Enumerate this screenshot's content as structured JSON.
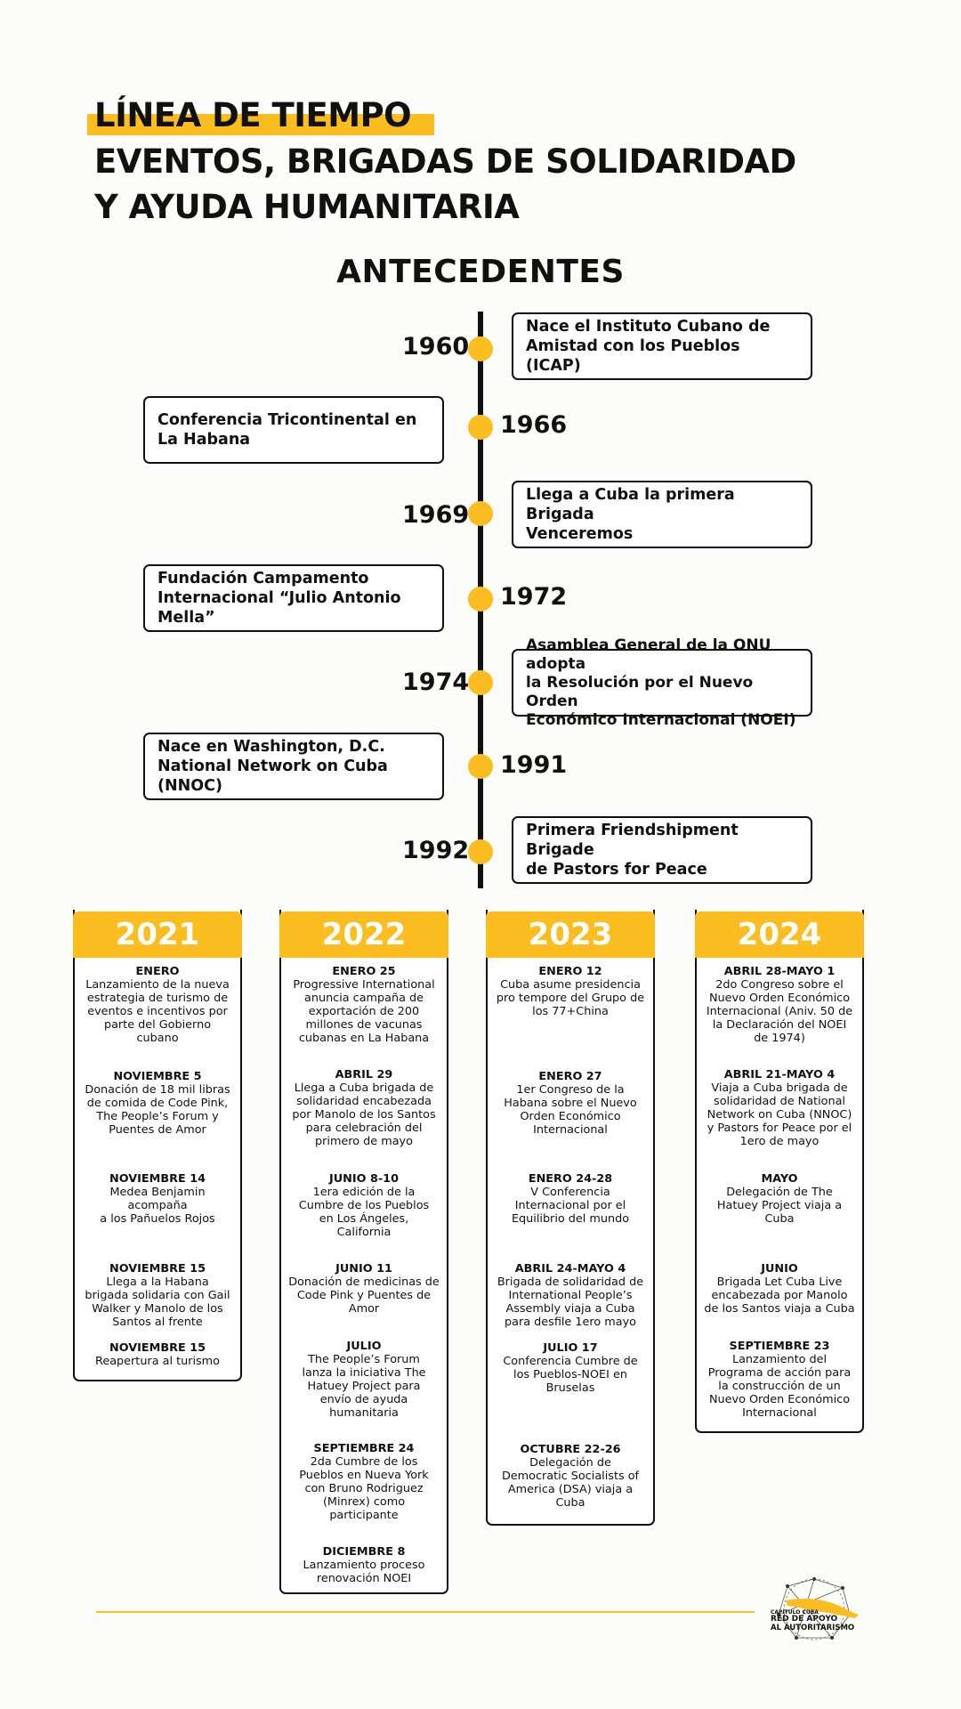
{
  "header": {
    "line1": "LÍNEA DE TIEMPO",
    "line2": "EVENTOS, BRIGADAS DE SOLIDARIDAD",
    "line3": "Y AYUDA HUMANITARIA"
  },
  "section_title": "ANTECEDENTES",
  "timeline": [
    {
      "year": "1960",
      "text": "Nace el Instituto Cubano de\nAmistad con los Pueblos (ICAP)"
    },
    {
      "year": "1966",
      "text": "Conferencia Tricontinental en\nLa Habana"
    },
    {
      "year": "1969",
      "text": "Llega a Cuba la primera Brigada\nVenceremos"
    },
    {
      "year": "1972",
      "text": "Fundación Campamento\nInternacional “Julio Antonio Mella”"
    },
    {
      "year": "1974",
      "text": "Asamblea General de la ONU adopta\nla Resolución por el Nuevo Orden\nEconómico Internacional (NOEI)"
    },
    {
      "year": "1991",
      "text": "Nace en Washington, D.C.\nNational Network on Cuba (NNOC)"
    },
    {
      "year": "1992",
      "text": "Primera Friendshipment Brigade\nde Pastors for Peace"
    }
  ],
  "columns": [
    {
      "year": "2021",
      "events": [
        {
          "date": "ENERO",
          "text": "Lanzamiento de la nueva\nestrategia de turismo de\neventos e incentivos por\nparte del Gobierno\ncubano"
        },
        {
          "date": "NOVIEMBRE 5",
          "text": "Donación de 18 mil libras\nde comida de Code Pink,\nThe People’s Forum y\nPuentes de Amor"
        },
        {
          "date": "NOVIEMBRE 14",
          "text": "Medea Benjamin\nacompaña\na los Pañuelos Rojos"
        },
        {
          "date": "NOVIEMBRE 15",
          "text": "Llega a la Habana\nbrigada solidaria con Gail\nWalker y Manolo de los\nSantos al frente"
        },
        {
          "date": "NOVIEMBRE 15",
          "text": "Reapertura al turismo"
        }
      ]
    },
    {
      "year": "2022",
      "events": [
        {
          "date": "ENERO 25",
          "text": "Progressive International\nanuncia campaña de\nexportación de 200\nmillones de vacunas\ncubanas en La Habana"
        },
        {
          "date": "ABRIL 29",
          "text": "Llega a Cuba brigada de\nsolidaridad encabezada\npor Manolo de los Santos\npara celebración del\nprimero de mayo"
        },
        {
          "date": "JUNIO 8-10",
          "text": "1era edición de la\nCumbre de los Pueblos\nen Los Ángeles,\nCalifornia"
        },
        {
          "date": "JUNIO 11",
          "text": "Donación de medicinas de\nCode Pink y Puentes de\nAmor"
        },
        {
          "date": "JULIO",
          "text": "The People’s Forum\nlanza la iniciativa The\nHatuey Project para\nenvío de ayuda\nhumanitaria"
        },
        {
          "date": "SEPTIEMBRE 24",
          "text": "2da Cumbre de los\nPueblos en Nueva York\ncon Bruno Rodriguez\n(Minrex) como\nparticipante"
        },
        {
          "date": "DICIEMBRE 8",
          "text": "Lanzamiento proceso\nrenovación NOEI"
        }
      ]
    },
    {
      "year": "2023",
      "events": [
        {
          "date": "ENERO 12",
          "text": "Cuba asume presidencia\npro tempore del Grupo de\nlos 77+China"
        },
        {
          "date": "ENERO 27",
          "text": "1er Congreso de la\nHabana sobre el Nuevo\nOrden Económico\nInternacional"
        },
        {
          "date": "ENERO 24-28",
          "text": "V Conferencia\nInternacional por el\nEquilibrio del mundo"
        },
        {
          "date": "ABRIL 24-MAYO 4",
          "text": "Brigada de solidaridad de\nInternational People’s\nAssembly viaja a Cuba\npara desfile 1ero mayo"
        },
        {
          "date": "JULIO 17",
          "text": "Conferencia Cumbre de\nlos Pueblos-NOEI en\nBruselas"
        },
        {
          "date": "OCTUBRE 22-26",
          "text": "Delegación de\nDemocratic Socialists of\nAmerica (DSA) viaja a\nCuba"
        }
      ]
    },
    {
      "year": "2024",
      "events": [
        {
          "date": "ABRIL 28-MAYO 1",
          "text": "2do Congreso sobre el\nNuevo Orden Económico\nInternacional (Aniv. 50 de\nla Declaración del NOEI\nde 1974)"
        },
        {
          "date": "ABRIL 21-MAYO 4",
          "text": "Viaja a Cuba brigada de\nsolidaridad de National\nNetwork on Cuba (NNOC)\ny Pastors for Peace por el\n1ero de mayo"
        },
        {
          "date": "MAYO",
          "text": "Delegación de The\nHatuey Project viaja a\nCuba"
        },
        {
          "date": "JUNIO",
          "text": "Brigada Let Cuba Live\nencabezada por Manolo\nde los Santos viaja a Cuba"
        },
        {
          "date": "SEPTIEMBRE 23",
          "text": "Lanzamiento del\nPrograma de acción para\nla construcción de un\nNuevo Orden Económico\nInternacional"
        }
      ]
    }
  ],
  "logo": {
    "line1": "CAPÍTULO CUBA",
    "line2": "RED DE APOYO",
    "line3": "AL AUTORITARISMO"
  },
  "colors": {
    "accent": "#fbbd1f",
    "text": "#111111",
    "background": "#fcfcfa"
  }
}
